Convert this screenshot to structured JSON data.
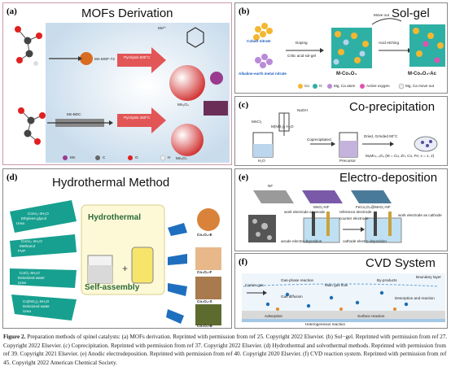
{
  "panels": {
    "a": {
      "letter": "(a)",
      "title": "MOFs Derivation",
      "labels": {
        "mn": "Mn²⁺",
        "mnmof": "Mn-MOF-74",
        "pyro1": "Pyrolysis 600°C",
        "pyro2": "Pyrolysis 450°C",
        "mno1": "Mn₃O₄",
        "mnbdc": "Mn-BDC",
        "mno2": "Mn₃O₄",
        "legend": [
          "Mn",
          "C",
          "O",
          "H"
        ]
      }
    },
    "b": {
      "letter": "(b)",
      "title": "Sol-gel",
      "labels": {
        "cobalt": "Cobalt nitrate",
        "alk": "Alkaline-earth metal nitrate",
        "doping": "Doping",
        "citric": "Critic acid sol-gel",
        "moveout": "Move out",
        "acid": "Acid etching",
        "mco": "M-Co₃O₄",
        "mcoac": "M-Co₃O₄-Ac",
        "legend": [
          "Co",
          "O",
          "Mg, Ca atom",
          "Active oxygen",
          "Mg, Ca move out"
        ]
      }
    },
    "c": {
      "letter": "(c)",
      "title": "Co-precipitation",
      "labels": {
        "naoh": "NaOH",
        "mn": "MnCl₂",
        "mnh": "M(NO₃)₂·H₂O",
        "cop": "Coprecipitated",
        "dried": "Dried, Grinded 90°C",
        "h2o": "H₂O",
        "prec": "Precursor",
        "formula": "MₓMn₃₋ₓO₄ (M = Cu, Zn, Co, Fe; x = 1, 2)"
      }
    },
    "d": {
      "letter": "(d)",
      "title": "Hydrothermal Method",
      "hydro": "Hydrothermal",
      "self": "Self-assembly",
      "inputs": [
        [
          "CoAc₂·4H₂O",
          "Ethylene glycol",
          "Urea"
        ],
        [
          "CoAc₂·4H₂O",
          "Methanol",
          "PVP"
        ],
        [
          "CoCl₂·6H₂O",
          "Deionized water",
          "Urea"
        ],
        [
          "Co(NO₃)₂·6H₂O",
          "Deionized water",
          "Urea"
        ]
      ],
      "outputs": [
        "Co₃O₄-E",
        "Co₃O₄-F",
        "Co₃O₄-S",
        "Co₃O₄-B"
      ]
    },
    "e": {
      "letter": "(e)",
      "title": "Electro-deposition",
      "labels": {
        "ni": "NF",
        "nico": "MnO₂-NF",
        "mf": "FeCo₂O₄@MnO₂-NF",
        "we1": "work electrode as anode",
        "ref": "reference electrode",
        "counter": "counter electrode",
        "we2": "work electrode as cathode",
        "anod": "anode electro-deposition",
        "cath": "cathode electro-deposition"
      }
    },
    "f": {
      "letter": "(f)",
      "title": "CVD System",
      "labels": {
        "carrier": "Carrier gas",
        "gas": "Gas-phase reaction",
        "byp": "By-products",
        "boundary": "Boundary layer",
        "main": "Main gas flow",
        "surface": "Gas diffusion",
        "reaction": "Surface reaction",
        "desorp": "Desorption and reaction",
        "adsorp": "Adsorption",
        "hetero": "Heterogeneous reaction"
      }
    }
  },
  "caption": {
    "label": "Figure 2.",
    "text": " Preparation methods of spinel catalysts: (a) MOFs derivation. Reprinted with permission from ref 25. Copyright 2022 Elsevier. (b) Sol−gel. Reprinted with permission from ref 27. Copyright 2022 Elsevier. (c) Coprecipitation. Reprinted with permission from ref 37. Copyright 2022 Elsevier. (d) Hydrothermal and solvothermal methods. Reprinted with permission from ref 39. Copyright 2021 Elsevier. (e) Anodic electrodeposition. Reprinted with permission from ref 40. Copyright 2020 Elsevier. (f) CVD reaction system. Reprinted with permission from ref 45. Copyright 2022 American Chemical Society."
  }
}
